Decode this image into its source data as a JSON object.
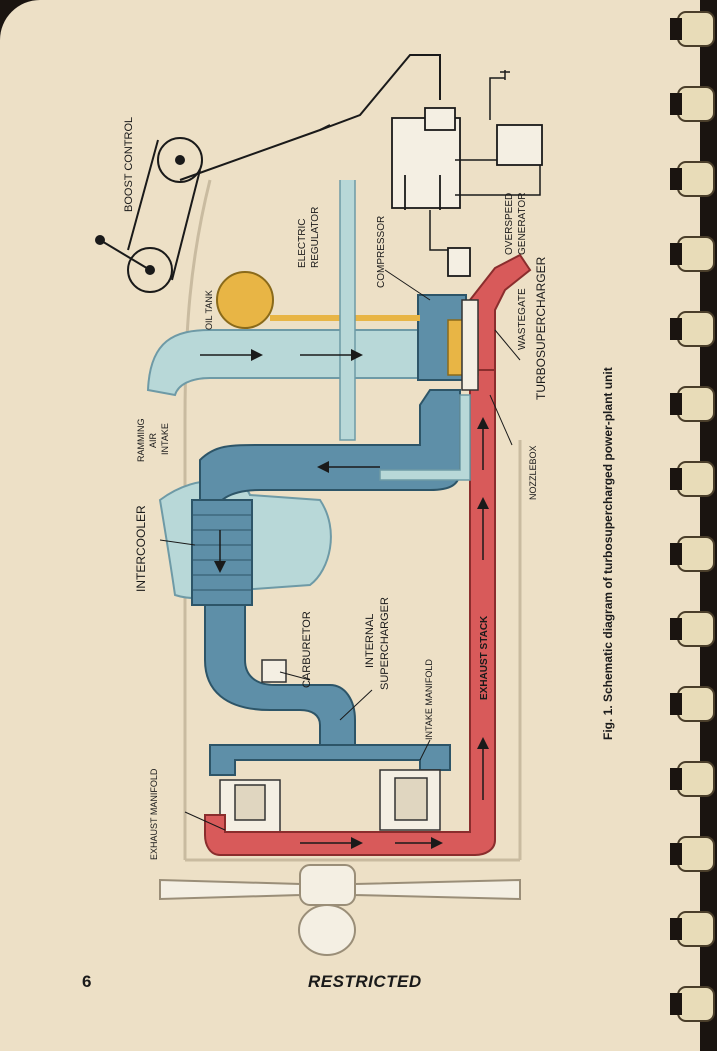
{
  "page": {
    "number": "6",
    "marking": "RESTRICTED"
  },
  "figure": {
    "caption": "Fig. 1. Schematic diagram of turbosupercharged power-plant unit"
  },
  "labels": {
    "boost_control": "BOOST CONTROL",
    "electric": "ELECTRIC",
    "regulator": "REGULATOR",
    "compressor": "COMPRESSOR",
    "overspeed": "OVERSPEED",
    "generator": "GENERATOR",
    "oil_tank": "OIL TANK",
    "wastegate": "WASTEGATE",
    "turbosupercharger": "TURBOSUPERCHARGER",
    "ramming": "RAMMING",
    "air": "AIR",
    "intake": "INTAKE",
    "nozzlebox": "NOZZLEBOX",
    "intercooler": "INTERCOOLER",
    "carburetor": "CARBURETOR",
    "internal": "INTERNAL",
    "supercharger": "SUPERCHARGER",
    "intake_manifold": "INTAKE MANIFOLD",
    "exhaust_stack": "EXHAUST STACK",
    "exhaust_manifold": "EXHAUST MANIFOLD"
  },
  "colors": {
    "paper": "#ede0c6",
    "intake_air": "#b8d8d8",
    "compressed_air": "#5e8fa8",
    "exhaust": "#d85a5a",
    "oil": "#e8b545",
    "line": "#1a1a1a"
  }
}
